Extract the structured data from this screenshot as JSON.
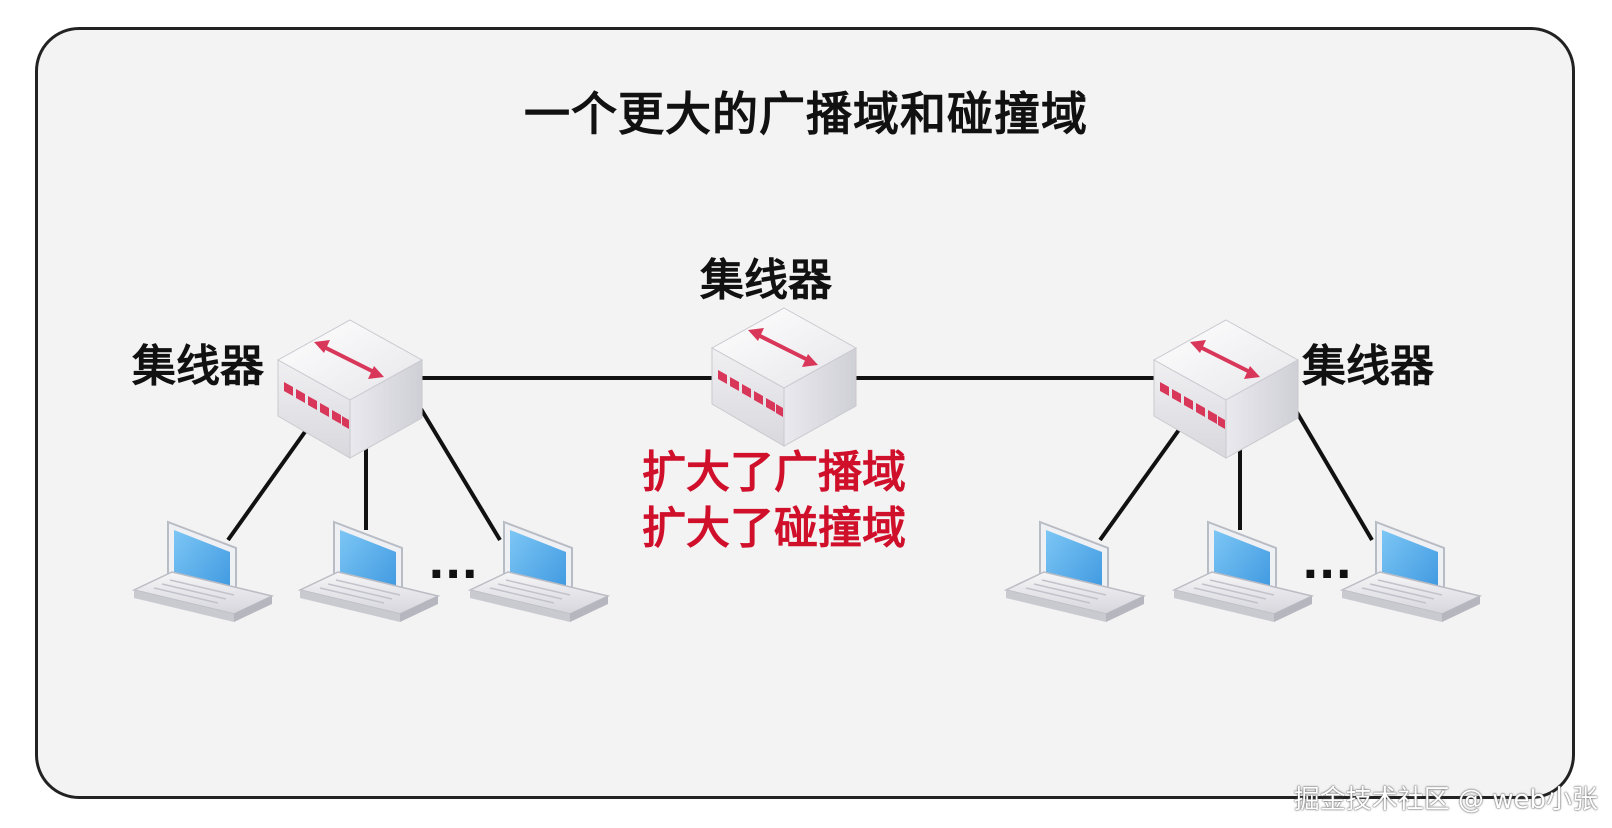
{
  "title": "一个更大的广播域和碰撞域",
  "hubs": {
    "left_label": "集线器",
    "center_label": "集线器",
    "right_label": "集线器"
  },
  "notes": {
    "broadcast": "扩大了广播域",
    "collision": "扩大了碰撞域"
  },
  "ellipsis": "...",
  "watermark": "掘金技术社区 @ web小张",
  "colors": {
    "panel_bg": "#f3f3f3",
    "note_red": "#d0102b",
    "hub_port": "#d9375a",
    "screen_blue": "#4aa6e8"
  }
}
